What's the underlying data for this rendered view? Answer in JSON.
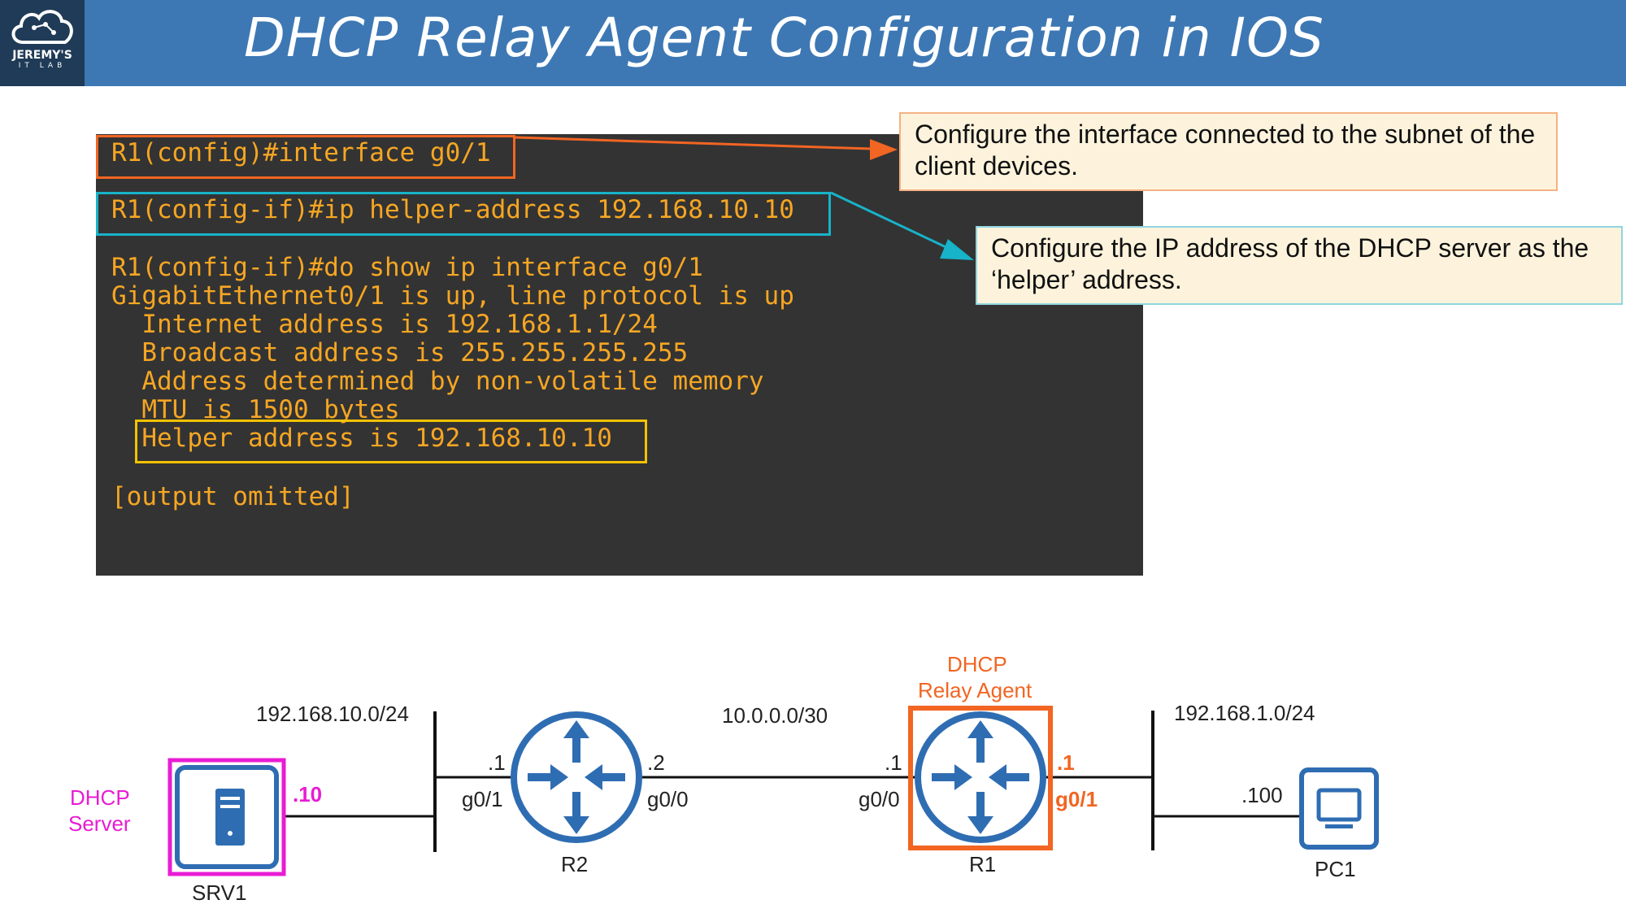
{
  "header": {
    "title": "DHCP Relay Agent Configuration in IOS",
    "logo_line1": "JEREMY'S",
    "logo_line2": "IT LAB"
  },
  "terminal": {
    "line1": "R1(config)#interface g0/1",
    "line2": "R1(config-if)#ip helper-address 192.168.10.10",
    "line3": "R1(config-if)#do show ip interface g0/1",
    "line4": "GigabitEthernet0/1 is up, line protocol is up",
    "line5": "  Internet address is 192.168.1.1/24",
    "line6": "  Broadcast address is 255.255.255.255",
    "line7": "  Address determined by non-volatile memory",
    "line8": "  MTU is 1500 bytes",
    "line9": "  Helper address is 192.168.10.10",
    "line10": "[output omitted]"
  },
  "callouts": {
    "interface": "Configure the interface connected to the subnet of the client devices.",
    "helper": "Configure the IP address of the DHCP server as the ‘helper’ address."
  },
  "diagram": {
    "srv1": {
      "name": "SRV1",
      "role": "DHCP Server",
      "ip": ".10"
    },
    "subnet_left": "192.168.10.0/24",
    "r2": {
      "name": "R2",
      "left_ip": ".1",
      "left_if": "g0/1",
      "right_ip": ".2",
      "right_if": "g0/0"
    },
    "subnet_mid": "10.0.0.0/30",
    "r1": {
      "name": "R1",
      "role": "DHCP Relay Agent",
      "left_ip": ".1",
      "left_if": "g0/0",
      "right_ip": ".1",
      "right_if": "g0/1"
    },
    "subnet_right": "192.168.1.0/24",
    "pc1": {
      "name": "PC1",
      "ip": ".100"
    }
  },
  "colors": {
    "header": "#3d78b4",
    "terminal_bg": "#333333",
    "terminal_text": "#f6a623",
    "orange": "#f26522",
    "teal": "#17b3c9",
    "yellow": "#f2c200",
    "magenta": "#e81cd4",
    "device_blue": "#2f6db3"
  }
}
